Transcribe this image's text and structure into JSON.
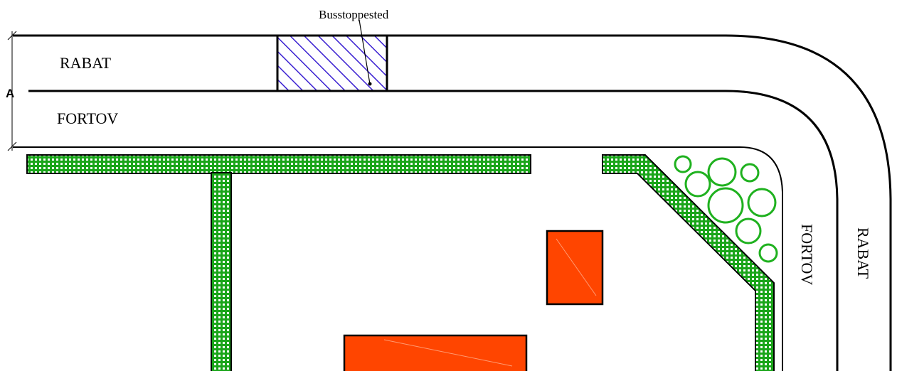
{
  "labels": {
    "bus_stop": "Busstoppested",
    "rabat_top": "RABAT",
    "fortov_top": "FORTOV",
    "fortov_right": "FORTOV",
    "rabat_right": "RABAT",
    "section_marker": "A"
  },
  "colors": {
    "line": "#000000",
    "hedge_fill": "#1aa51a",
    "hedge_dots": "#ffffff",
    "bus_stop_hatch": "#3a1fd1",
    "building": "#ff4500",
    "tree": "#1fb11f"
  },
  "icons": {
    "hedge": "green-hatched-hedge",
    "bus_stop": "hatched-bus-stop-area",
    "tree": "green-circle-tree"
  }
}
